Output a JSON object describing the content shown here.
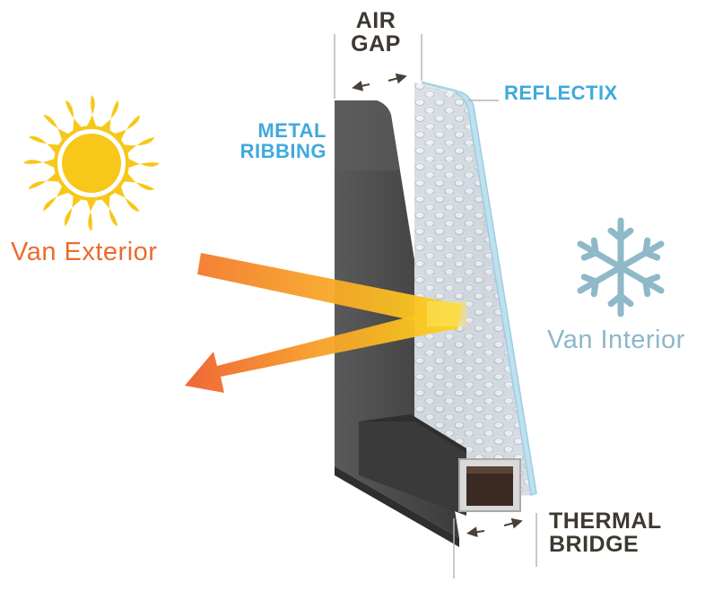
{
  "labels": {
    "air_gap": [
      "AIR",
      "GAP"
    ],
    "reflectix": "REFLECTIX",
    "metal_ribbing": [
      "METAL",
      "RIBBING"
    ],
    "van_exterior": "Van Exterior",
    "van_interior": "Van Interior",
    "thermal_bridge": [
      "THERMAL",
      "BRIDGE"
    ]
  },
  "icons": {
    "sun": "sun-icon",
    "snowflake": "snowflake-icon"
  },
  "colors": {
    "sun": "#f7c719",
    "heat_arrow_start": "#f06a2b",
    "heat_arrow_end": "#fbd51c",
    "exterior_text": "#ee6a2c",
    "interior_text": "#8db7c8",
    "blue_label": "#3fa9dc",
    "dark_label": "#3d3830",
    "metal": "#505050",
    "thermal_bridge_core": "#3a2a22"
  }
}
